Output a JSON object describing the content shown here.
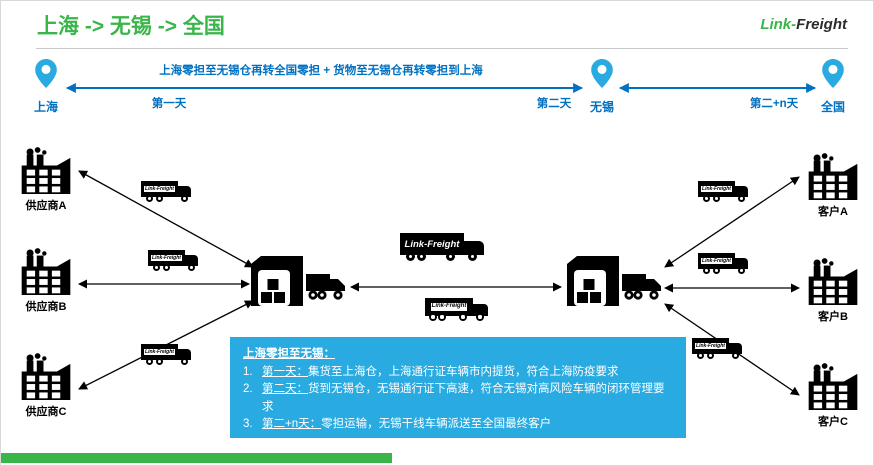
{
  "header": {
    "title": "上海 -> 无锡 -> 全国",
    "logo_part1": "Link-",
    "logo_part2": "Freight"
  },
  "timeline": {
    "route_label": "上海零担至无锡仓再转全国零担 + 货物至无锡仓再转零担到上海",
    "pin_shanghai": "上海",
    "pin_wuxi": "无锡",
    "pin_nationwide": "全国",
    "segment1": "第一天",
    "segment2": "第二天",
    "segment3": "第二+n天"
  },
  "suppliers": [
    {
      "label": "供应商A"
    },
    {
      "label": "供应商B"
    },
    {
      "label": "供应商C"
    }
  ],
  "customers": [
    {
      "label": "客户A"
    },
    {
      "label": "客户B"
    },
    {
      "label": "客户C"
    }
  ],
  "truck_brand": "Link-Freight",
  "info_box": {
    "title": "上海零担至无锡：",
    "items": [
      {
        "num": "1.",
        "lead": "第一天：",
        "text": "集货至上海仓，上海通行证车辆市内提货，符合上海防疫要求"
      },
      {
        "num": "2.",
        "lead": "第二天：",
        "text": "货到无锡仓，无锡通行证下高速，符合无锡对高风险车辆的闭环管理要求"
      },
      {
        "num": "3.",
        "lead": "第二+n天：",
        "text": "零担运输，无锡干线车辆派送至全国最终客户"
      }
    ]
  },
  "colors": {
    "green": "#3AB54A",
    "blue": "#0070C0",
    "cyan": "#29ABE2",
    "icon_black": "#000000"
  }
}
